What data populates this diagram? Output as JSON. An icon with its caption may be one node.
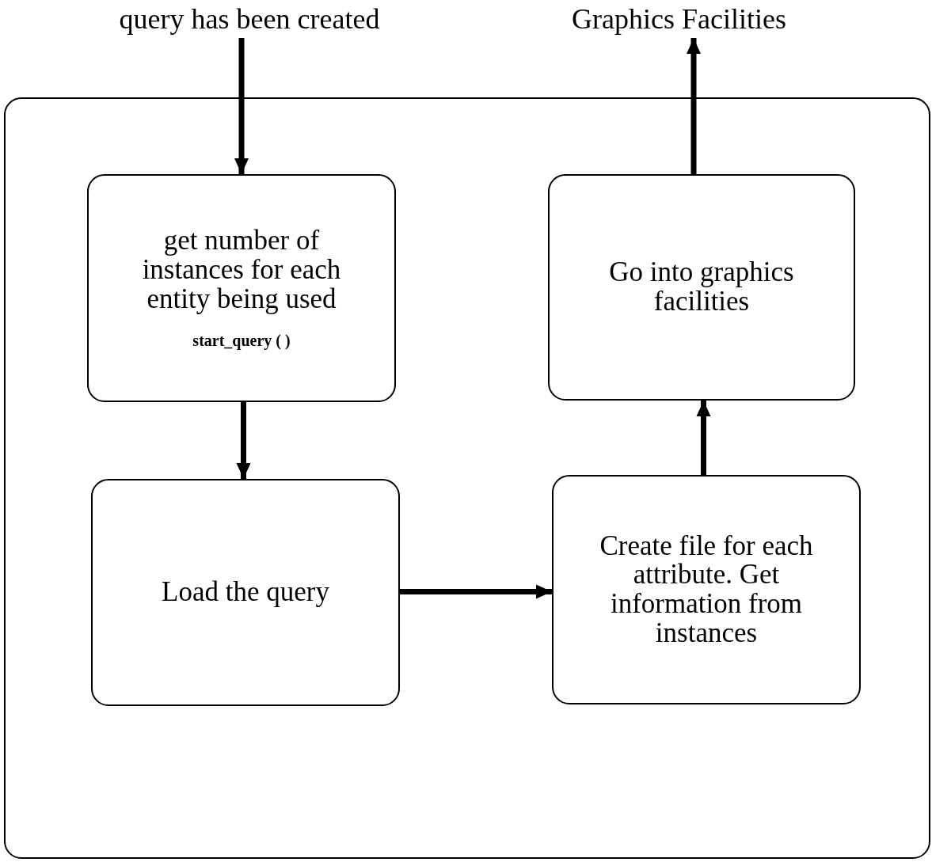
{
  "diagram": {
    "nodes": [
      {
        "text": [
          "query has been created"
        ]
      },
      {
        "text": [
          "Graphics Facilities"
        ]
      },
      {
        "text": [],
        "shape": "box"
      },
      {
        "text": [
          "get number of instances for each entity being used",
          "start_query ( )"
        ],
        "in": 2
      },
      {
        "text": [
          "Go into graphics facilities"
        ],
        "in": 2
      },
      {
        "text": [
          "Load the query"
        ],
        "in": 2
      },
      {
        "text": [
          "Create file for each attribute.  Get information from instances"
        ],
        "in": 2
      }
    ],
    "edges": [
      {
        "from": 0,
        "to": 3,
        "arrow": "to"
      },
      {
        "from": 3,
        "to": 5,
        "arrow": "to"
      },
      {
        "from": 5,
        "to": 6,
        "arrow": "to"
      },
      {
        "from": 6,
        "to": 4,
        "arrow": "to"
      },
      {
        "from": 4,
        "to": 1,
        "arrow": "to"
      }
    ]
  }
}
